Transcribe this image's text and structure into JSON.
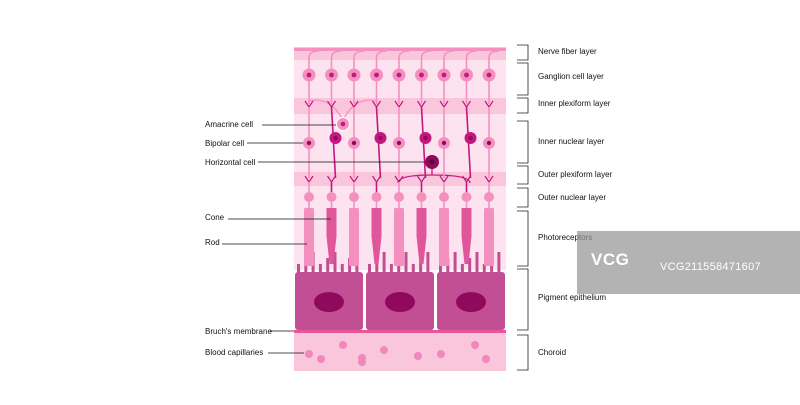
{
  "layers": [
    {
      "label": "Nerve fiber layer"
    },
    {
      "label": "Ganglion cell layer"
    },
    {
      "label": "Inner plexiform layer"
    },
    {
      "label": "Inner nuclear layer"
    },
    {
      "label": "Outer plexiform layer"
    },
    {
      "label": "Outer nuclear layer"
    },
    {
      "label": "Photoreceptors"
    },
    {
      "label": "Pigment epithelium"
    },
    {
      "label": "Choroid"
    }
  ],
  "cells": [
    {
      "label": "Amacrine cell"
    },
    {
      "label": "Bipolar cell"
    },
    {
      "label": "Horizontal cell"
    },
    {
      "label": "Cone"
    },
    {
      "label": "Rod"
    },
    {
      "label": "Bruch's membrane"
    },
    {
      "label": "Blood capillaries"
    }
  ],
  "watermark": {
    "logo": "VCG",
    "id": "VCG211558471607"
  },
  "colors": {
    "band_light": "#fde3ef",
    "band_mid": "#f9c6dc",
    "cell_light": "#f490c0",
    "cell_dark": "#c3187f",
    "epithelium": "#c24f93",
    "nucleus_dark": "#8f0a5d",
    "membrane": "#e8569a",
    "capillary": "#f188bb"
  }
}
